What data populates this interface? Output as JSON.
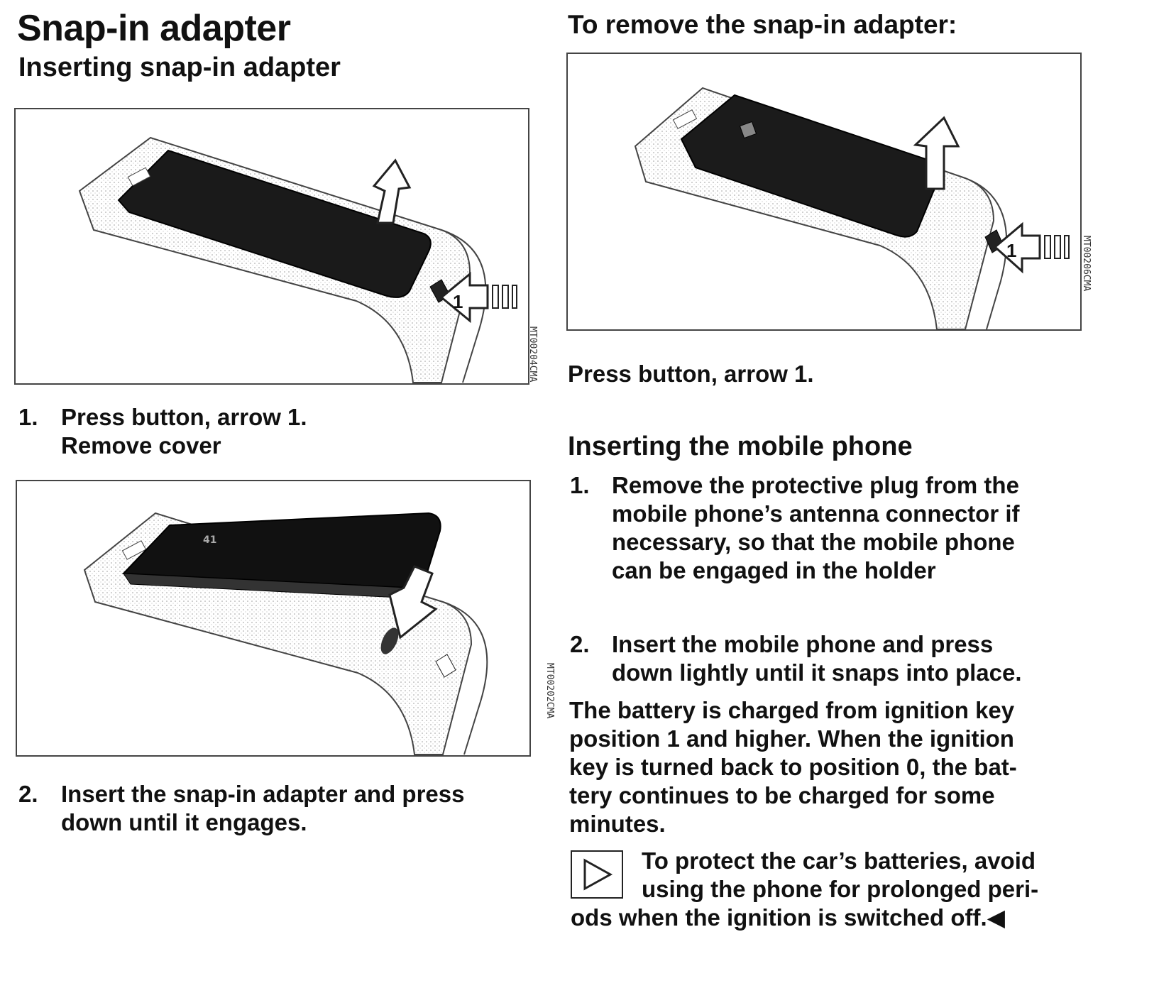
{
  "left": {
    "title": "Snap-in adapter",
    "subtitle": "Inserting snap-in adapter",
    "figure1": {
      "code": "MT00204CMA",
      "callout": "1"
    },
    "step1": {
      "num": "1.",
      "line1": "Press button, arrow 1.",
      "line2": "Remove cover"
    },
    "figure2": {
      "code": "MT00202CMA"
    },
    "step2": {
      "num": "2.",
      "line1": "Insert the snap-in adapter and press",
      "line2": "down until it engages."
    }
  },
  "right": {
    "remove_heading": "To remove the snap-in adapter:",
    "figure3": {
      "code": "MT00206CMA",
      "callout": "1"
    },
    "remove_text": "Press button, arrow 1.",
    "phone_heading": "Inserting the mobile phone",
    "phone_step1": {
      "num": "1.",
      "lines": [
        "Remove the protective plug from the",
        "mobile phone’s antenna connector if",
        "necessary, so that the mobile phone",
        "can be engaged in the holder"
      ]
    },
    "phone_step2": {
      "num": "2.",
      "lines": [
        "Insert the mobile phone and press",
        "down lightly until it snaps into place."
      ]
    },
    "battery_para": [
      "The battery is charged from ignition key",
      "position 1 and higher. When the ignition",
      "key is turned back to position 0, the bat-",
      "tery continues to be charged for some",
      "minutes."
    ],
    "notice": {
      "lines": [
        "To protect the car’s batteries, avoid",
        "using the phone for prolonged peri-",
        "ods when the ignition is switched off."
      ],
      "end_mark": "◀"
    }
  }
}
